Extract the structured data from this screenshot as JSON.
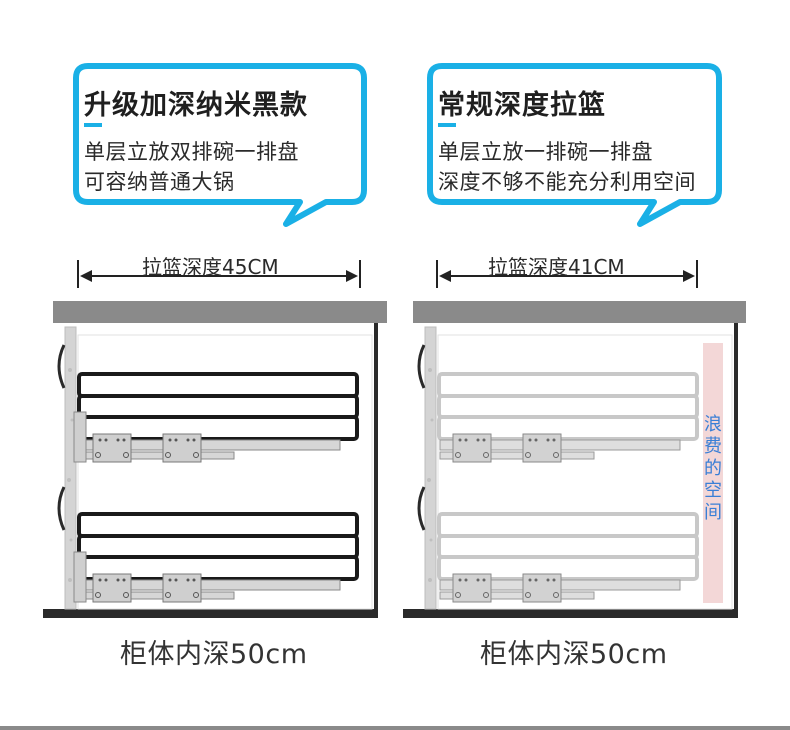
{
  "left_panel": {
    "bubble_title": "升级加深纳米黑款",
    "bubble_lines": [
      "单层立放双排碗一排盘",
      "可容纳普通大锅"
    ],
    "depth_label": "拉篮深度45CM",
    "cabinet_label": "柜体内深50cm"
  },
  "right_panel": {
    "bubble_title": "常规深度拉篮",
    "bubble_lines": [
      "单层立放一排碗一排盘",
      "深度不够不能充分利用空间"
    ],
    "depth_label": "拉篮深度41CM",
    "cabinet_label": "柜体内深50cm",
    "waste_label": "浪费的空间"
  },
  "colors": {
    "bubble_border": "#1ab0e6",
    "title_underline": "#1ab0e6",
    "basket_dark": "#1a1a1a",
    "basket_light": "#c8c8c8",
    "waste_fill": "#f3d7d7",
    "waste_text": "#3a7fd6",
    "cabinet_top": "#8a8a8a"
  }
}
